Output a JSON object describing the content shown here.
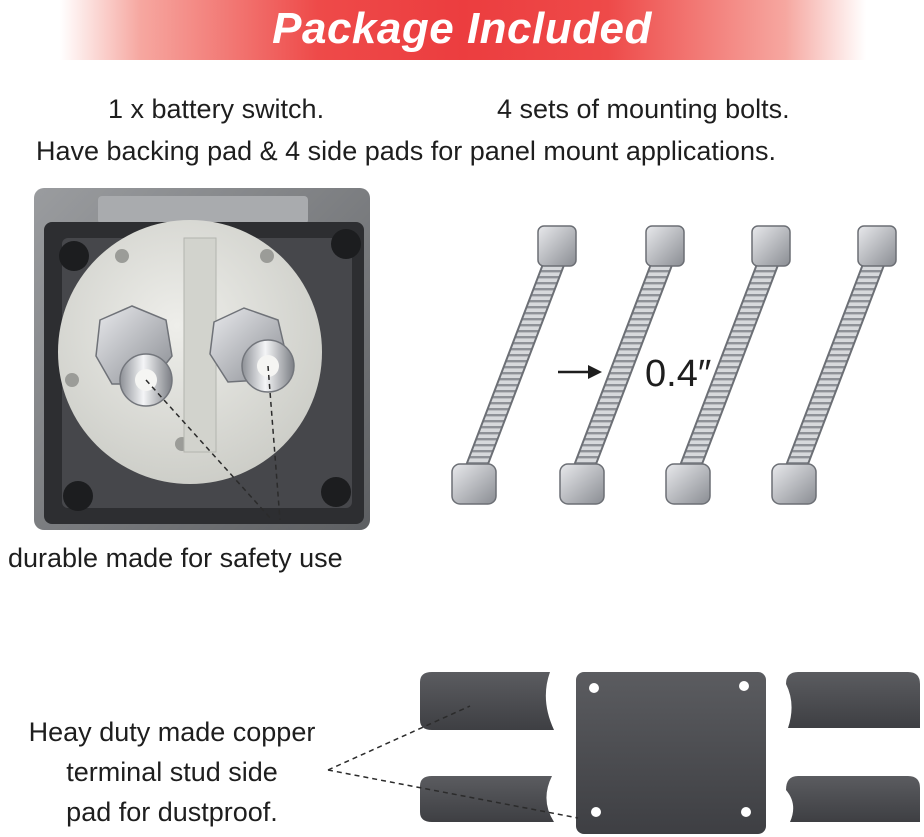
{
  "banner": {
    "title": "Package Included"
  },
  "captions": {
    "switch_count": "1 x battery switch.",
    "bolts_count": "4 sets of mounting bolts.",
    "pads_note": "Have backing pad & 4 side pads for panel mount applications.",
    "durable_note": "durable made for safety use",
    "copper_note_line1": "Heay duty made copper",
    "copper_note_line2": "terminal stud side",
    "copper_note_line3": "pad for dustproof."
  },
  "bolt_dimension": "0.4″",
  "icons": [
    "arrow-right-icon"
  ],
  "colors": {
    "banner_red": "#ec3d3f",
    "switch_housing": "#6f7174",
    "pad_gray": "#4b4c50"
  }
}
